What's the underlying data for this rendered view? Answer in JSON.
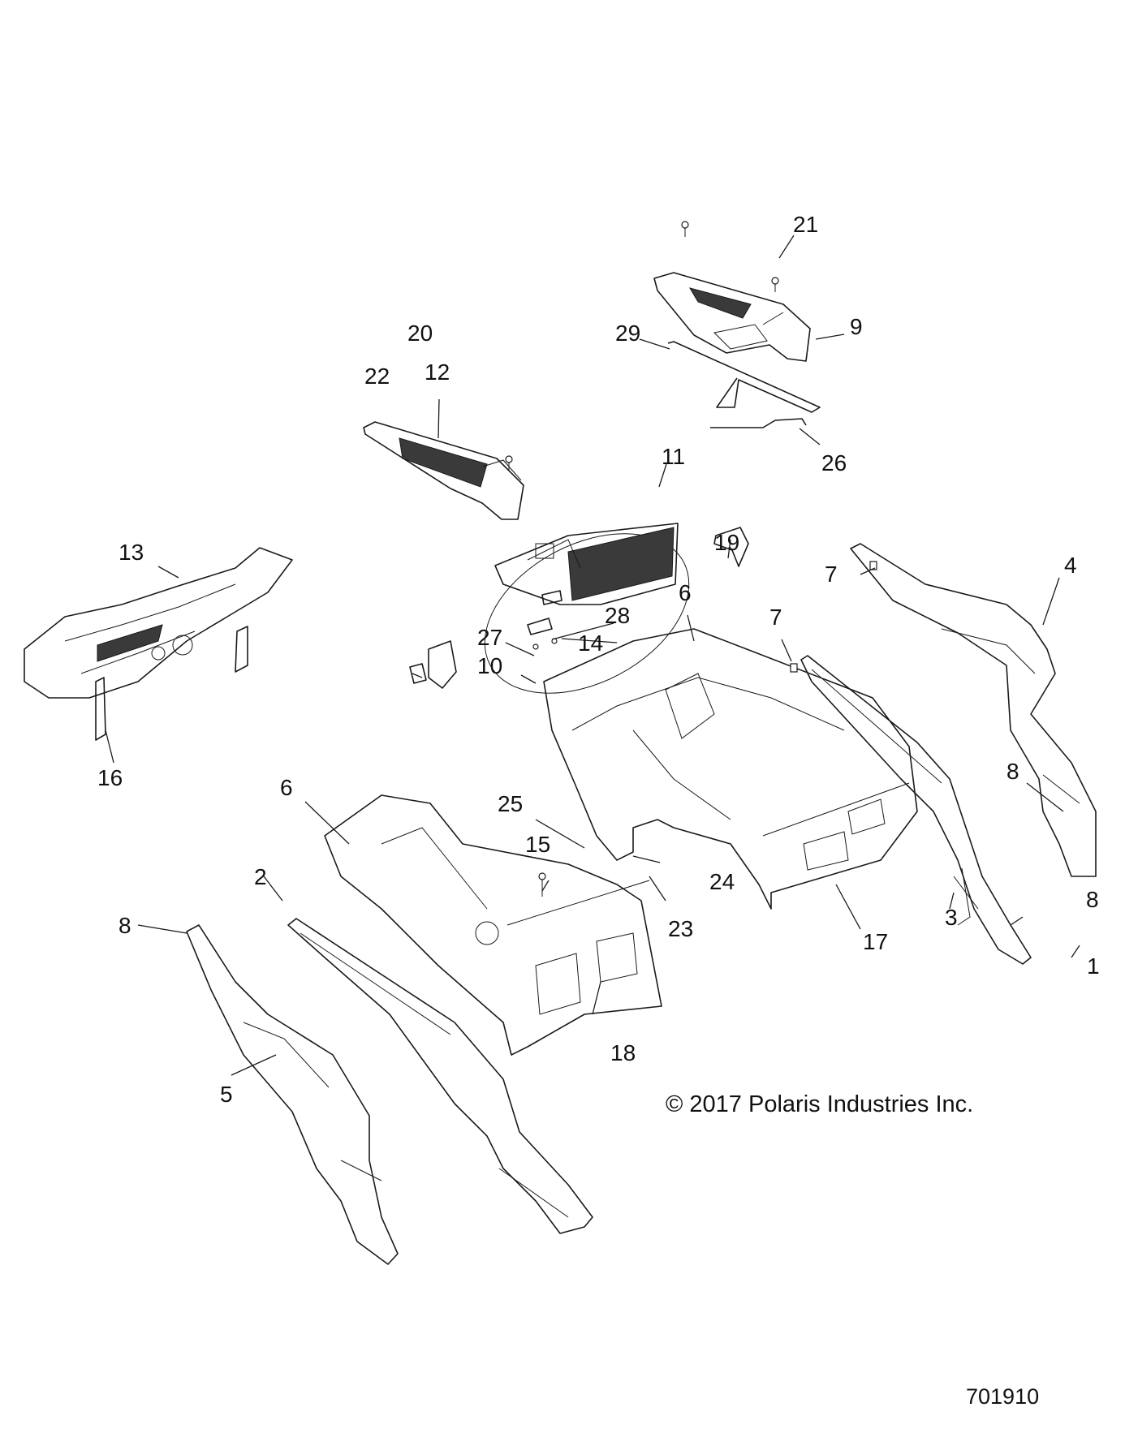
{
  "callouts": [
    {
      "id": "c1",
      "label": "1"
    },
    {
      "id": "c2",
      "label": "2"
    },
    {
      "id": "c3",
      "label": "3"
    },
    {
      "id": "c4",
      "label": "4"
    },
    {
      "id": "c5",
      "label": "5"
    },
    {
      "id": "c6a",
      "label": "6"
    },
    {
      "id": "c6b",
      "label": "6"
    },
    {
      "id": "c7a",
      "label": "7"
    },
    {
      "id": "c7b",
      "label": "7"
    },
    {
      "id": "c8a",
      "label": "8"
    },
    {
      "id": "c8b",
      "label": "8"
    },
    {
      "id": "c8c",
      "label": "8"
    },
    {
      "id": "c9",
      "label": "9"
    },
    {
      "id": "c10",
      "label": "10"
    },
    {
      "id": "c11",
      "label": "11"
    },
    {
      "id": "c12",
      "label": "12"
    },
    {
      "id": "c13",
      "label": "13"
    },
    {
      "id": "c14",
      "label": "14"
    },
    {
      "id": "c15",
      "label": "15"
    },
    {
      "id": "c16",
      "label": "16"
    },
    {
      "id": "c17",
      "label": "17"
    },
    {
      "id": "c18",
      "label": "18"
    },
    {
      "id": "c19",
      "label": "19"
    },
    {
      "id": "c20",
      "label": "20"
    },
    {
      "id": "c21",
      "label": "21"
    },
    {
      "id": "c22",
      "label": "22"
    },
    {
      "id": "c23",
      "label": "23"
    },
    {
      "id": "c24",
      "label": "24"
    },
    {
      "id": "c25",
      "label": "25"
    },
    {
      "id": "c26",
      "label": "26"
    },
    {
      "id": "c27",
      "label": "27"
    },
    {
      "id": "c28",
      "label": "28"
    },
    {
      "id": "c29",
      "label": "29"
    }
  ],
  "copyright": "© 2017 Polaris Industries Inc.",
  "drawing_number": "701910"
}
